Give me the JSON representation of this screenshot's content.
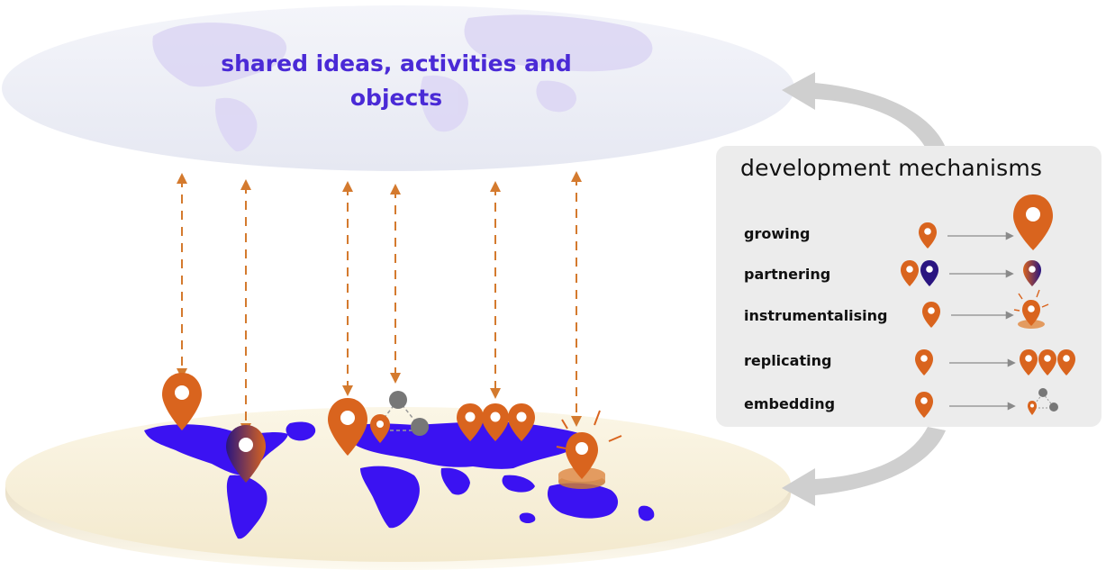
{
  "top_plane": {
    "title_line1": "shared ideas, activities and",
    "title_line2": "objects"
  },
  "panel": {
    "title": "development mechanisms",
    "mechanisms": [
      {
        "label": "growing"
      },
      {
        "label": "partnering"
      },
      {
        "label": "instrumentalising"
      },
      {
        "label": "replicating"
      },
      {
        "label": "embedding"
      }
    ]
  },
  "colors": {
    "pin_orange": "#d9641e",
    "pin_purple": "#2a1580",
    "continent_blue": "#3b12f2",
    "top_plane": "#eceef6",
    "bottom_plane": "#f6efd9",
    "arrow_grey": "#c8c8c8",
    "node_grey": "#777777",
    "dashed_arrow": "#d47a2e"
  }
}
